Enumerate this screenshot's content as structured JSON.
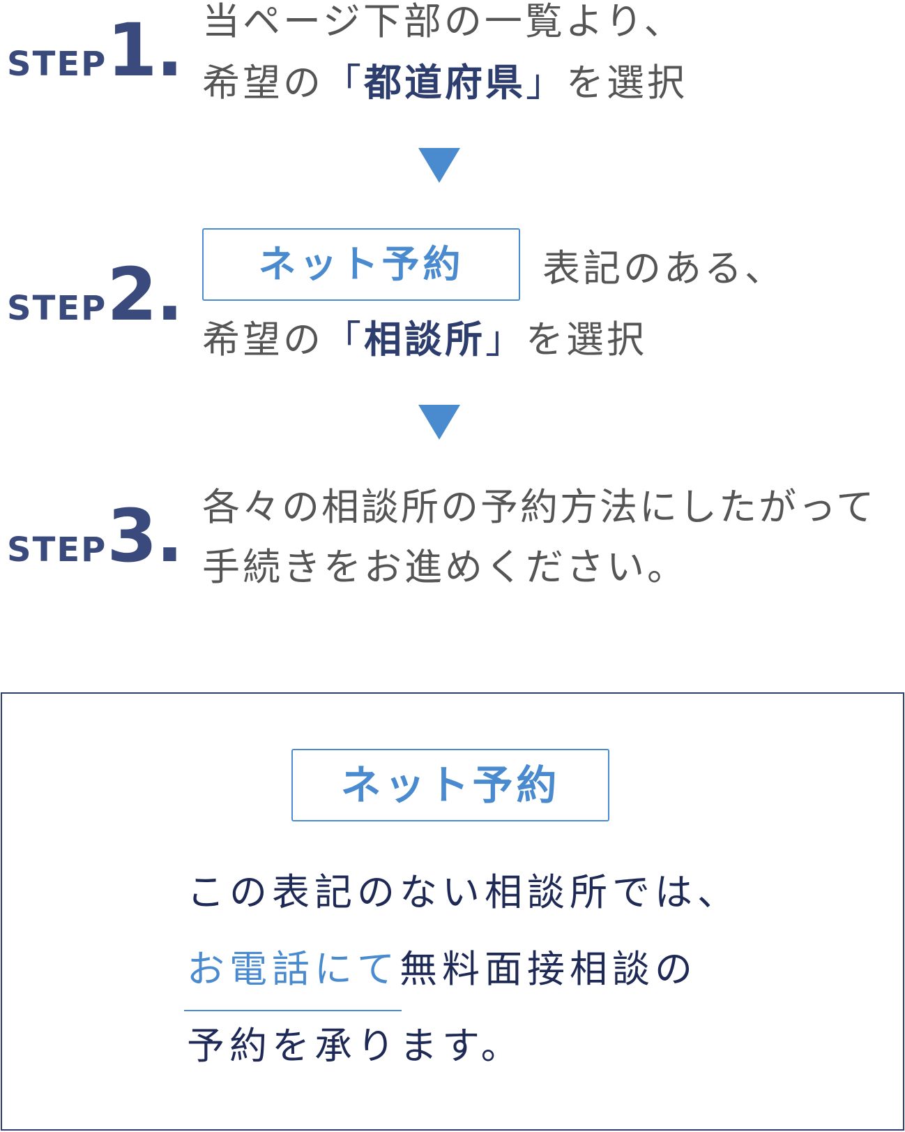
{
  "steps": [
    {
      "step_word": "STEP",
      "step_number": "1.",
      "lines": [
        [
          "当ページ下部の一覧より、"
        ],
        [
          "希望の",
          "「",
          "都道府県",
          "」",
          "を選択"
        ]
      ]
    },
    {
      "step_word": "STEP",
      "step_number": "2.",
      "badge": "ネット予約",
      "lines": [
        [
          "表記のある、"
        ],
        [
          "希望の",
          "「",
          "相談所",
          "」",
          "を選択"
        ]
      ]
    },
    {
      "step_word": "STEP",
      "step_number": "3.",
      "lines": [
        [
          "各々の相談所の予約方法にしたがって"
        ],
        [
          "手続きをお進めください。"
        ]
      ]
    }
  ],
  "notice": {
    "badge": "ネット予約",
    "line1": "この表記のない相談所では、",
    "line2_highlight": "お電話にて",
    "line2_rest": "無料面接相談の",
    "line3": "予約を承ります。"
  },
  "colors": {
    "navy": "#2d3d6e",
    "step_label": "#3a4a7c",
    "accent_blue": "#4a8bd0",
    "body_text": "#555555"
  }
}
